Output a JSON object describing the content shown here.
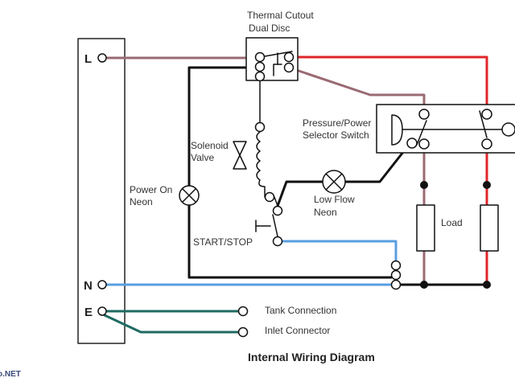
{
  "terminals": {
    "live": "L",
    "neutral": "N",
    "earth": "E"
  },
  "labels": {
    "thermal_cutout_line1": "Thermal Cutout",
    "thermal_cutout_line2": "Dual Disc",
    "solenoid_line1": "Solenoid",
    "solenoid_line2": "Valve",
    "power_on_line1": "Power On",
    "power_on_line2": "Neon",
    "pressure_line1": "Pressure/Power",
    "pressure_line2": "Selector Switch",
    "low_flow_line1": "Low Flow",
    "low_flow_line2": "Neon",
    "start_stop": "START/STOP",
    "load": "Load",
    "tank_connection": "Tank Connection",
    "inlet_connector": "Inlet Connector"
  },
  "title": "Internal Wiring Diagram",
  "watermark": "o.NET",
  "colors": {
    "live_red": "#e0262a",
    "live_mauve": "#9a6a72",
    "neutral_blue": "#5a9ee0",
    "earth_green": "#1f6b62",
    "wire_black": "#111111"
  }
}
